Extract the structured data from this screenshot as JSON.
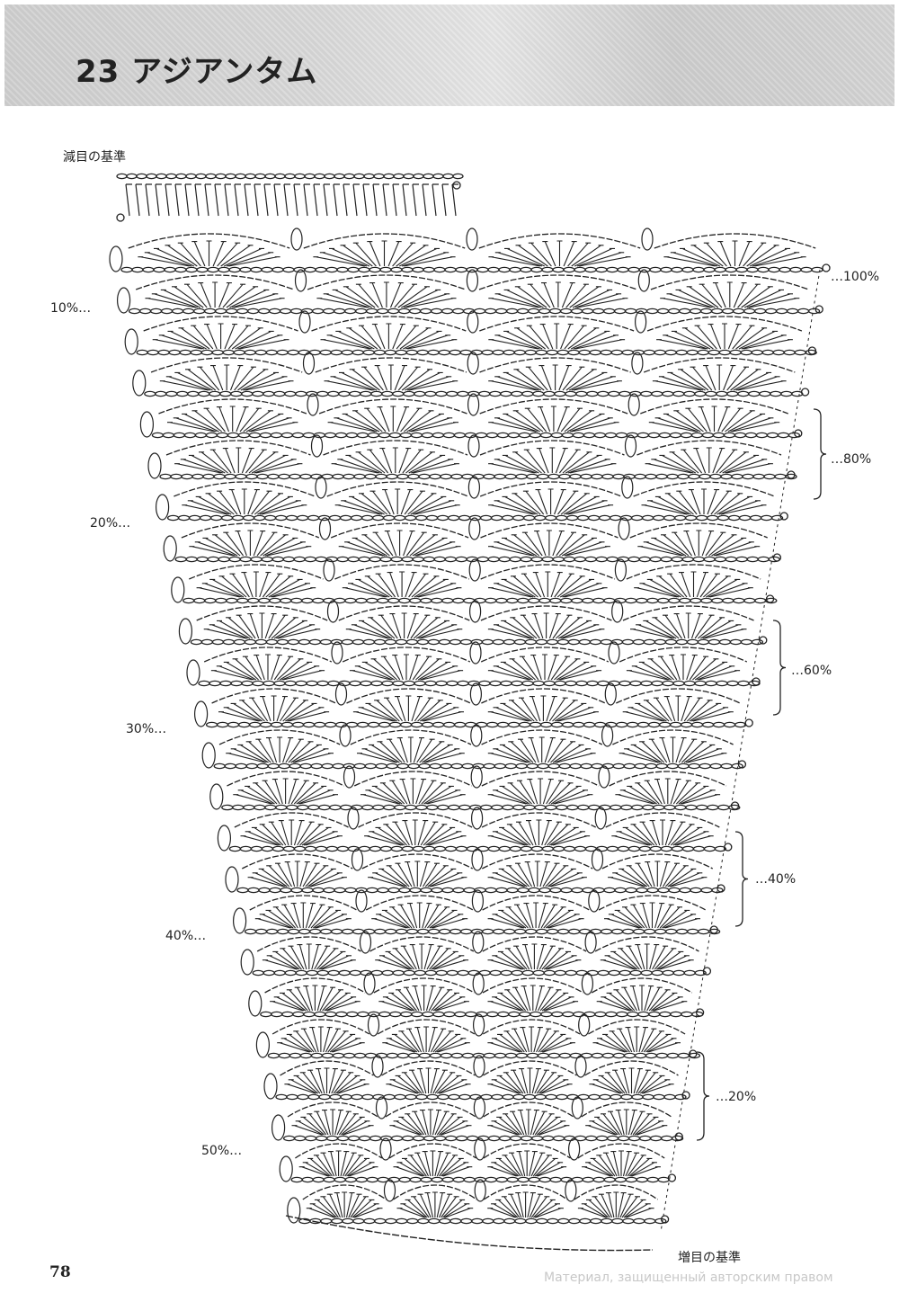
{
  "title": "23 アジアンタム",
  "decrease_reference": "減目の基準",
  "increase_reference": "増目の基準",
  "left_markers": [
    "10%…",
    "20%…",
    "30%…",
    "40%…",
    "50%…"
  ],
  "right_markers": [
    "…100%",
    "…80%",
    "…60%",
    "…40%",
    "…20%"
  ],
  "page_number": "78",
  "watermark": "Материал, защищенный авторским правом",
  "colors": {
    "ink": "#222222",
    "header_band": "#d6d6d6",
    "watermark": "#c8c8c8"
  }
}
